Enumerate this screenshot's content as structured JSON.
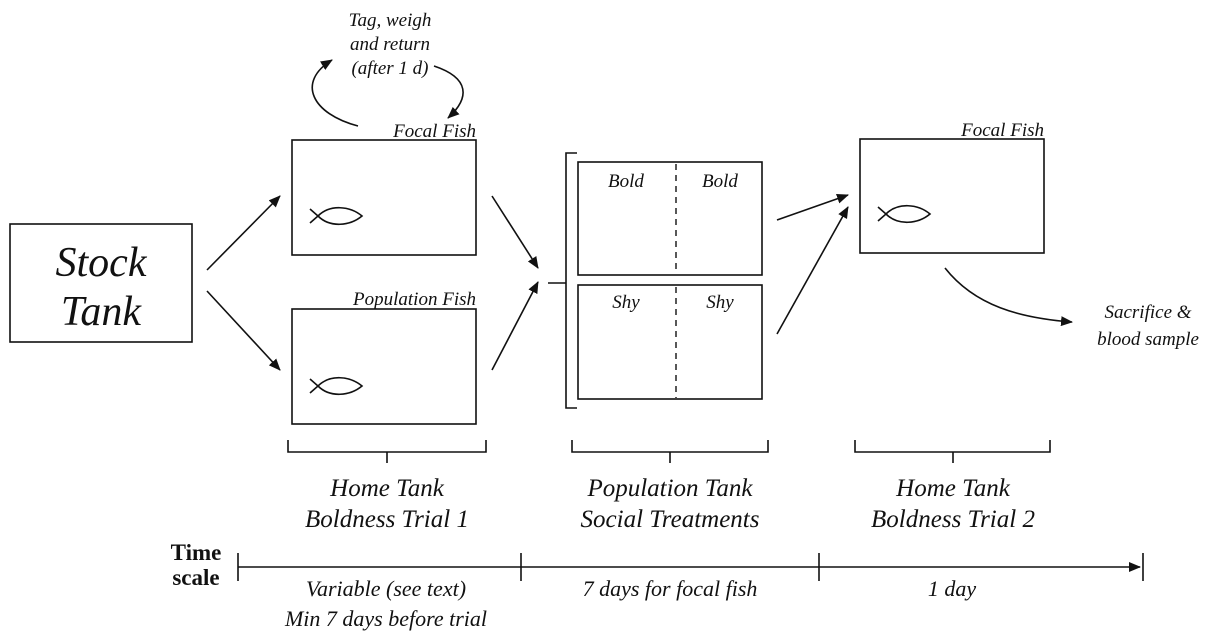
{
  "stock_tank": [
    "Stock",
    "Tank"
  ],
  "tag_note": [
    "Tag, weigh",
    "and return",
    "(after 1 d)"
  ],
  "focal_fish_1": "Focal Fish",
  "population_fish": "Population Fish",
  "bold_left": "Bold",
  "bold_right": "Bold",
  "shy_left": "Shy",
  "shy_right": "Shy",
  "focal_fish_2": "Focal Fish",
  "sacrifice": [
    "Sacrifice &",
    "blood sample"
  ],
  "stage_home_1": [
    "Home Tank",
    "Boldness Trial 1"
  ],
  "stage_population": [
    "Population Tank",
    "Social Treatments"
  ],
  "stage_home_2": [
    "Home Tank",
    "Boldness Trial 2"
  ],
  "time_scale": [
    "Time",
    "scale"
  ],
  "period_1": [
    "Variable (see text)",
    "Min 7 days before trial"
  ],
  "period_2": "7 days for focal fish",
  "period_3": "1 day",
  "icons": [
    "fish-icon",
    "arrow-icon",
    "curved-arrow-icon"
  ]
}
